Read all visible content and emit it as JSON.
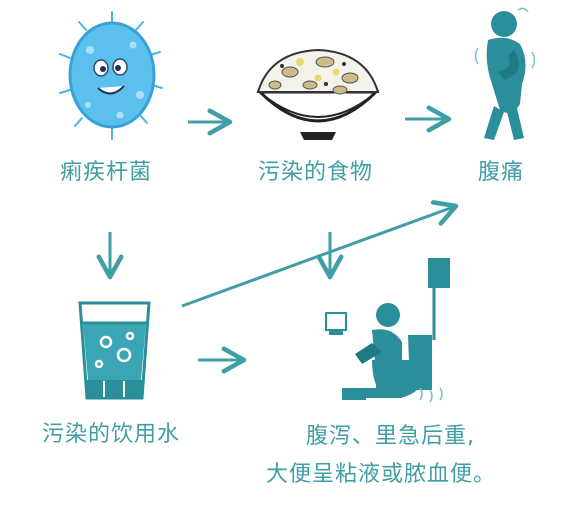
{
  "nodes": {
    "bacteria": "痢疾杆菌",
    "food": "污染的食物",
    "pain": "腹痛",
    "water": "污染的饮用水",
    "result_line1": "腹泻、里急后重,",
    "result_line2": "大便呈粘液或脓血便。"
  },
  "colors": {
    "accent": "#3f9ea6",
    "bacteria_blue": "#4ab4e6",
    "figure_teal": "#2a8f9a",
    "water_teal": "#3aa6b5"
  }
}
